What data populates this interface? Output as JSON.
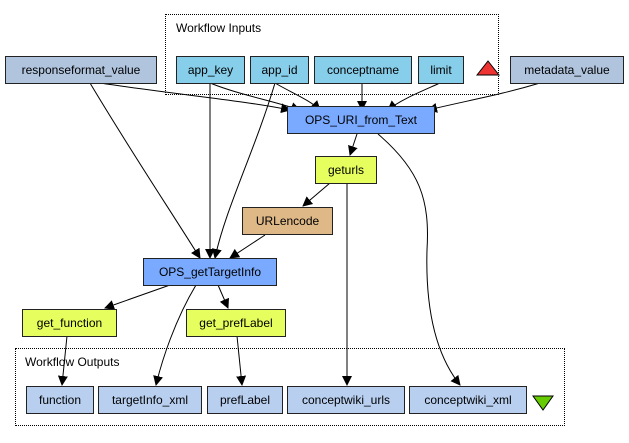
{
  "clusters": {
    "inputs": {
      "label": "Workflow Inputs"
    },
    "outputs": {
      "label": "Workflow Outputs"
    }
  },
  "nodes": {
    "responseformat_value": "responseformat_value",
    "metadata_value": "metadata_value",
    "app_key": "app_key",
    "app_id": "app_id",
    "conceptname": "conceptname",
    "limit": "limit",
    "OPS_URI_from_Text": "OPS_URI_from_Text",
    "geturls": "geturls",
    "URLencode": "URLencode",
    "OPS_getTargetInfo": "OPS_getTargetInfo",
    "get_function": "get_function",
    "get_prefLabel": "get_prefLabel",
    "function": "function",
    "targetInfo_xml": "targetInfo_xml",
    "prefLabel": "prefLabel",
    "conceptwiki_urls": "conceptwiki_urls",
    "conceptwiki_xml": "conceptwiki_xml"
  },
  "colors": {
    "input_port": "#87ceeb",
    "constant": "#b0c4de",
    "service": "#7aaaff",
    "beanshell": "#e6ff5e",
    "local": "#deb887",
    "output_port": "#b8cff0",
    "inputs_triangle": "#ee3333",
    "outputs_triangle": "#66cc00"
  }
}
